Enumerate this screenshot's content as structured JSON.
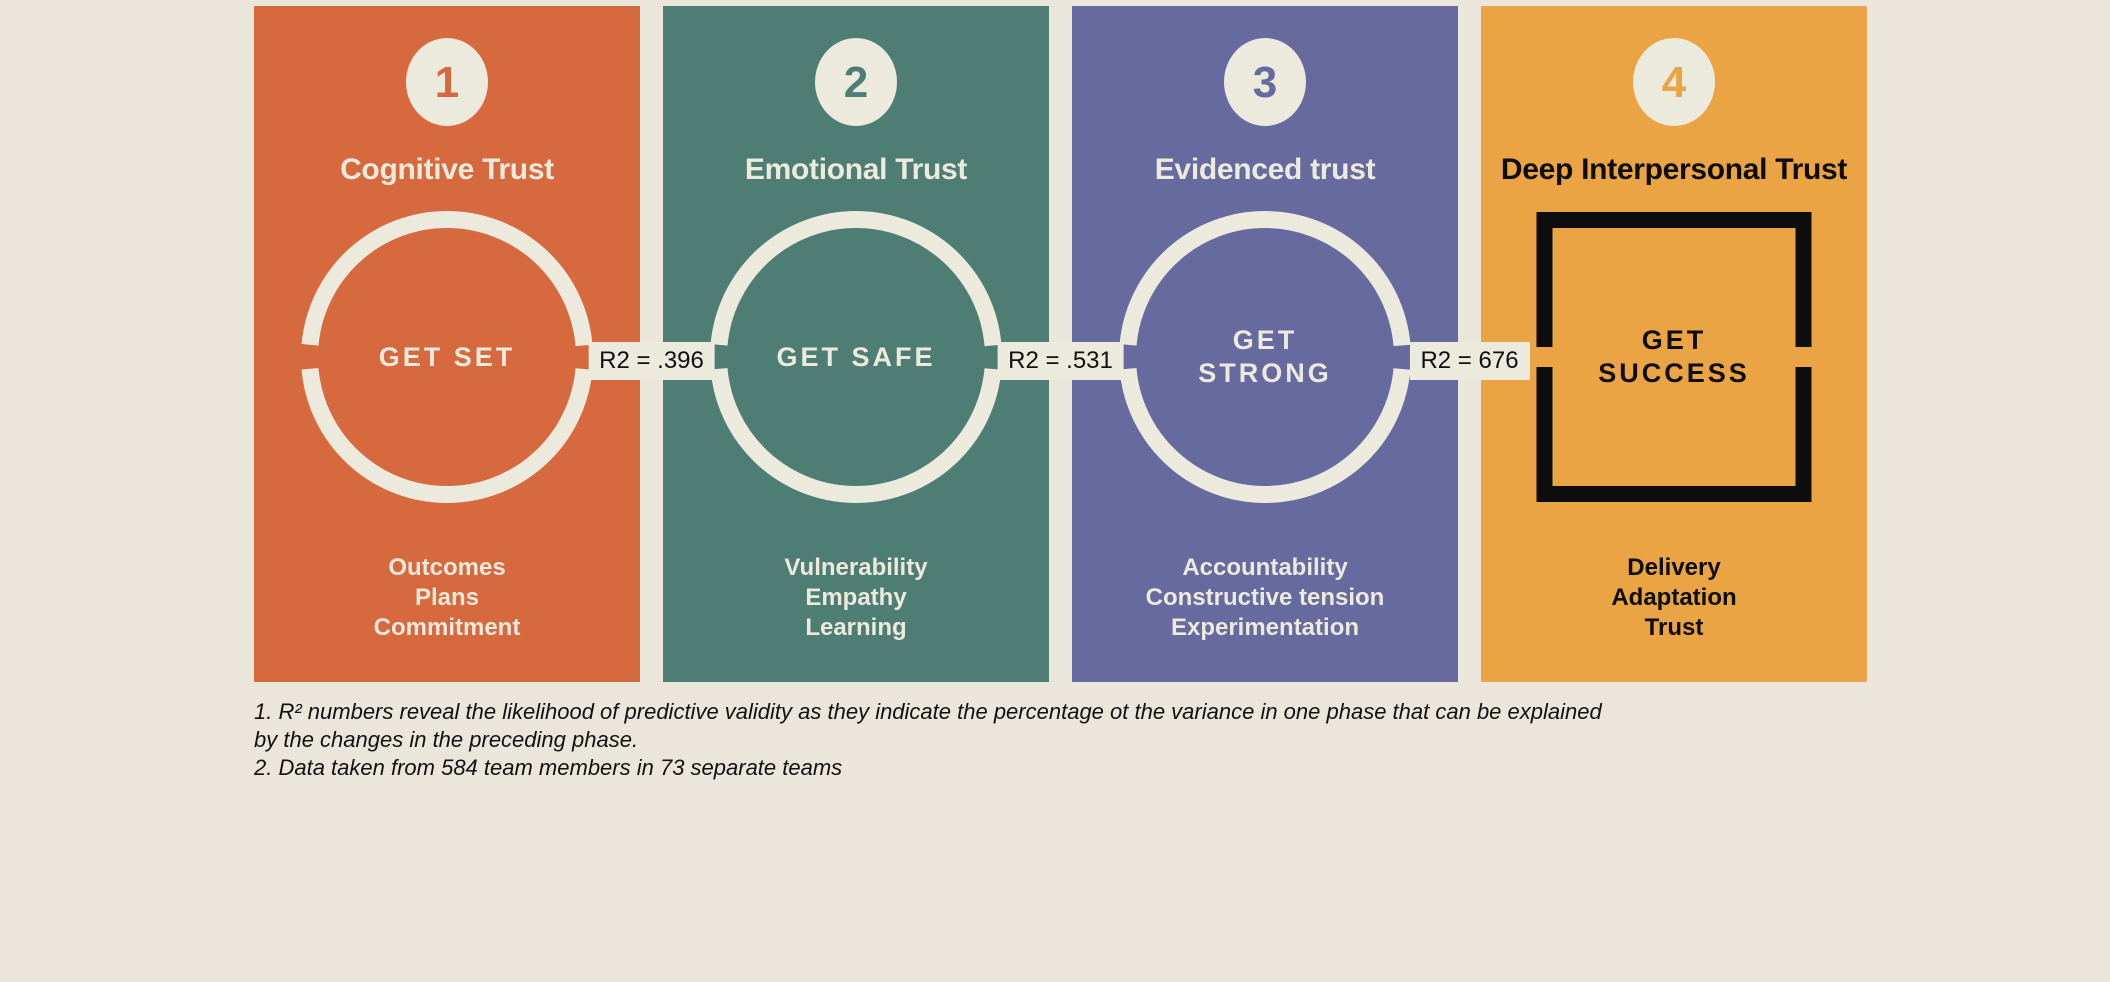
{
  "diagram": {
    "description_labels": {
      "r2_prefix": "R2"
    }
  },
  "colors": {
    "page_background": "#eae6db",
    "accent_beige": "#ece9dd",
    "connector_text": "#101010",
    "footnote_text": "#111111",
    "black": "#0d0d0d"
  },
  "panels": [
    {
      "number": "1",
      "title": "Cognitive Trust",
      "shape": "circle",
      "center_lines": [
        "GET SET"
      ],
      "items": [
        "Outcomes",
        "Plans",
        "Commitment"
      ],
      "colors": {
        "background": "#d7693f",
        "text": "#ece9dd",
        "number": "#d7693f",
        "shape": "#ece9dd"
      }
    },
    {
      "number": "2",
      "title": "Emotional Trust",
      "shape": "circle",
      "center_lines": [
        "GET SAFE"
      ],
      "items": [
        "Vulnerability",
        "Empathy",
        "Learning"
      ],
      "colors": {
        "background": "#4e7d73",
        "text": "#ece9dd",
        "number": "#4e7d73",
        "shape": "#ece9dd"
      }
    },
    {
      "number": "3",
      "title": "Evidenced trust",
      "shape": "circle",
      "center_lines": [
        "GET",
        "STRONG"
      ],
      "items": [
        "Accountability",
        "Constructive tension",
        "Experimentation"
      ],
      "colors": {
        "background": "#666a9e",
        "text": "#ece9dd",
        "number": "#666a9e",
        "shape": "#ece9dd"
      }
    },
    {
      "number": "4",
      "title": "Deep Interpersonal Trust",
      "shape": "square",
      "center_lines": [
        "GET",
        "SUCCESS"
      ],
      "items": [
        "Delivery",
        "Adaptation",
        "Trust"
      ],
      "colors": {
        "background": "#eaa444",
        "text": "#0d0d0d",
        "number": "#eaa444",
        "shape": "#0d0d0d"
      }
    }
  ],
  "connectors": [
    {
      "label": "R2 = .396"
    },
    {
      "label": "R2 = .531"
    },
    {
      "label": "R2 = 676"
    }
  ],
  "footnotes": {
    "lines": [
      "1. R² numbers reveal the likelihood of predictive validity as they indicate the percentage ot the variance in one phase that can be explained",
      "by the changes in the preceding phase.",
      "2. Data taken from 584 team members in 73 separate teams"
    ]
  }
}
